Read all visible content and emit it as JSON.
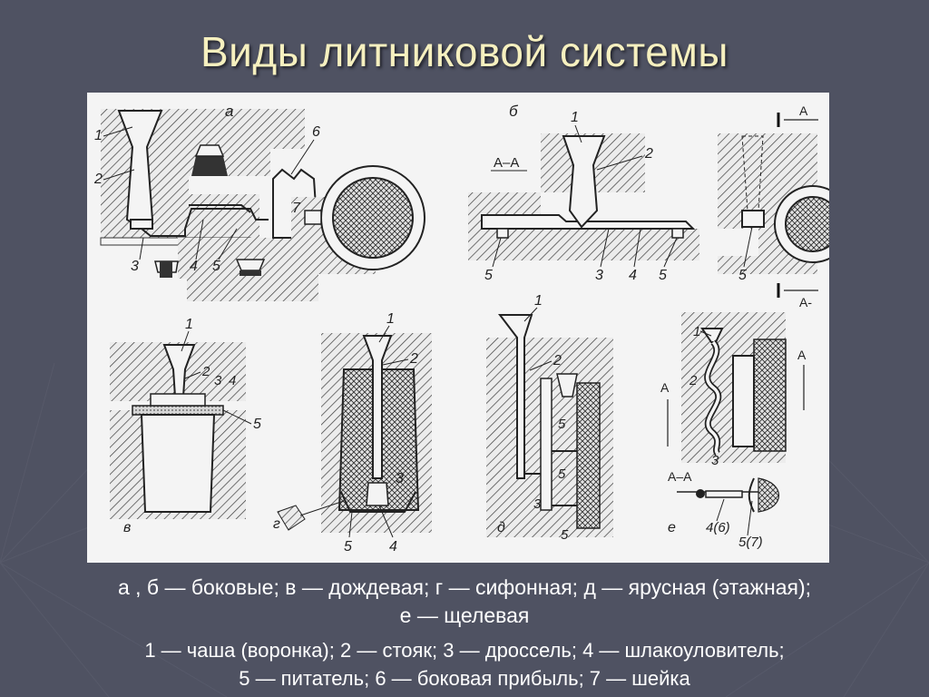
{
  "title": "Виды литниковой системы",
  "figure_labels": {
    "a": "а",
    "b": "б",
    "v": "в",
    "g": "г",
    "d": "д",
    "e": "е",
    "section": "А–А",
    "arrow_a": "А",
    "arrow_a_lower": "А-",
    "n1": "1",
    "n2": "2",
    "n3": "3",
    "n4": "4",
    "n5": "5",
    "n6": "6",
    "n7": "7",
    "n4_6": "4(6)",
    "n5_7": "5(7)"
  },
  "caption": {
    "line1": "а , б — боковые; в — дождевая; г — сифонная; д — ярусная (этажная);",
    "line2": "е — щелевая",
    "line3": "1 — чаша (воронка); 2 — стояк; 3 — дроссель; 4 — шлакоуловитель;",
    "line4": "5 — питатель; 6 — боковая прибыль; 7 — шейка"
  }
}
